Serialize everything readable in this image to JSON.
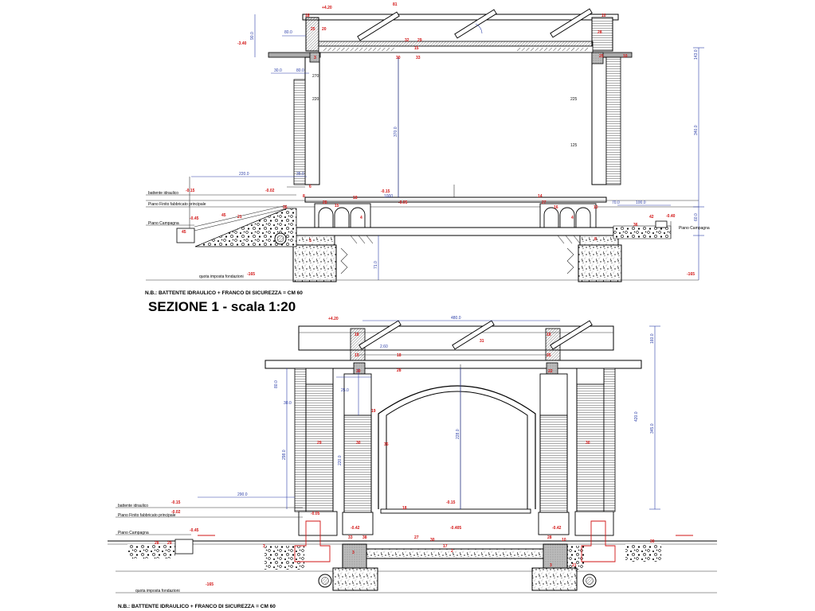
{
  "section1": {
    "title": "SEZIONE 1 - scala 1:20",
    "note": "N.B.: BATTENTE IDRAULICO + FRANCO DI SICUREZZA = CM 60",
    "labels": {
      "battente": "battente idraulico",
      "piano_finito": "Piano Finito fabbricato principale",
      "piano_campagna_left": "Piano Campagna",
      "piano_campagna_right": "Piano Campagna",
      "quota_fondazioni": "quota imposta fondazioni"
    },
    "elevations": {
      "top": "+4.20",
      "left_mid": "-3.40",
      "battente_val": "-0.15",
      "piano_finito_val": "-0.02",
      "piano_campagna_val": "-0.45",
      "right_1": "-0.15",
      "right_2": "-0.05",
      "right_3": "-0.40",
      "fond_left": "-165",
      "fond_right": "-165"
    },
    "dims": {
      "d1": "80.0",
      "d2": "30.0",
      "d3": "80.0",
      "d4": "270",
      "d5": "220",
      "d6": "225",
      "d7": "370.0",
      "d8": "220.0",
      "d9": "1000",
      "d10": "100.0",
      "d11": "70.0",
      "d12": "143.0",
      "d13": "60.0",
      "d14": "90.0",
      "d15": "71.0",
      "d16": "125",
      "d17": "340.0",
      "d18": "35.0"
    },
    "red_marks": [
      "81",
      "18",
      "10",
      "25",
      "20",
      "28",
      "15",
      "3",
      "25",
      "10",
      "29",
      "32",
      "33",
      "30",
      "14",
      "18",
      "15",
      "16",
      "10",
      "27",
      "28",
      "6",
      "8",
      "4",
      "5",
      "36",
      "21",
      "45",
      "4",
      "45",
      "36",
      "42",
      "8"
    ]
  },
  "section2": {
    "note": "N.B.: BATTENTE IDRAULICO + FRANCO DI SICUREZZA = CM 60",
    "labels": {
      "battente": "battente idraulico",
      "piano_finito": "Piano Finito fabbricato principale",
      "piano_campagna": "Piano Campagna",
      "quota_fondazioni": "quota imposta fondazioni"
    },
    "elevations": {
      "top": "+4.20",
      "e1": "-0.15",
      "e2": "-0.02",
      "e3": "-0.45",
      "e4": "-0.42",
      "e5": "-0.405",
      "e6": "-0.42",
      "e7": "-0.05",
      "e8": "-0.15",
      "fond": "-165"
    },
    "dims": {
      "d1": "480.0",
      "d2": "2.60",
      "d3": "290.0",
      "d4": "80.0",
      "d5": "25.0",
      "d6": "30.0",
      "d7": "228.0",
      "d8": "298.0",
      "d9": "160.0",
      "d10": "345.0",
      "d11": "420.0",
      "d12": "220.0"
    },
    "red_marks": [
      "18",
      "31",
      "18",
      "15",
      "18",
      "25",
      "28",
      "30",
      "22",
      "19",
      "18",
      "30",
      "29",
      "35",
      "30",
      "33",
      "38",
      "28",
      "27",
      "30",
      "10",
      "3",
      "2",
      "17",
      "3",
      "21",
      "28",
      "29",
      "3",
      "30"
    ]
  }
}
